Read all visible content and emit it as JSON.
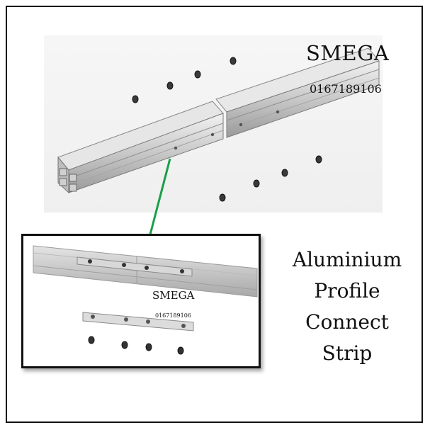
{
  "brand": {
    "name": "SMEGA",
    "phone": "0167189106"
  },
  "inset": {
    "brand": "SMEGA",
    "phone": "0167189106"
  },
  "caption": {
    "lines": [
      "Aluminium",
      "Profile",
      "Connect",
      "Strip"
    ]
  },
  "colors": {
    "pointer": "#1a9e4a",
    "aluminium": "#c9c9c9",
    "frame": "#111111"
  }
}
